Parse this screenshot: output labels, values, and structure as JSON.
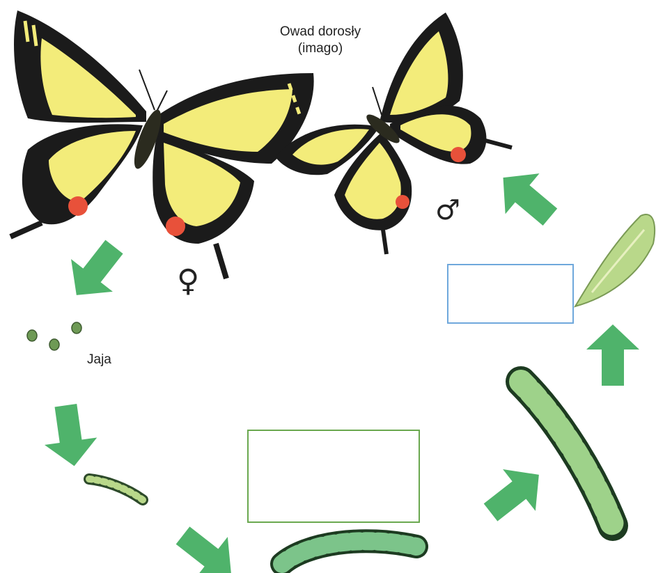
{
  "labels": {
    "adult_line1": "Owad dorosły",
    "adult_line2": "(imago)",
    "eggs": "Jaja",
    "female_symbol": "♀",
    "male_symbol": "♂"
  },
  "answer_boxes": [
    {
      "stage": "pupa",
      "value": "",
      "border_color": "#6fa8dc"
    },
    {
      "stage": "larva",
      "value": "",
      "border_color": "#6aa84f"
    }
  ],
  "colors": {
    "arrow": "#4fb36b",
    "wing_yellow": "#f3ec7a",
    "wing_black": "#1b1b1b",
    "eyespot_red": "#e8513a",
    "spot_blue": "#2c6f8a",
    "pupa_green": "#b9d88a",
    "caterpillar_green": "#7cc48a"
  }
}
